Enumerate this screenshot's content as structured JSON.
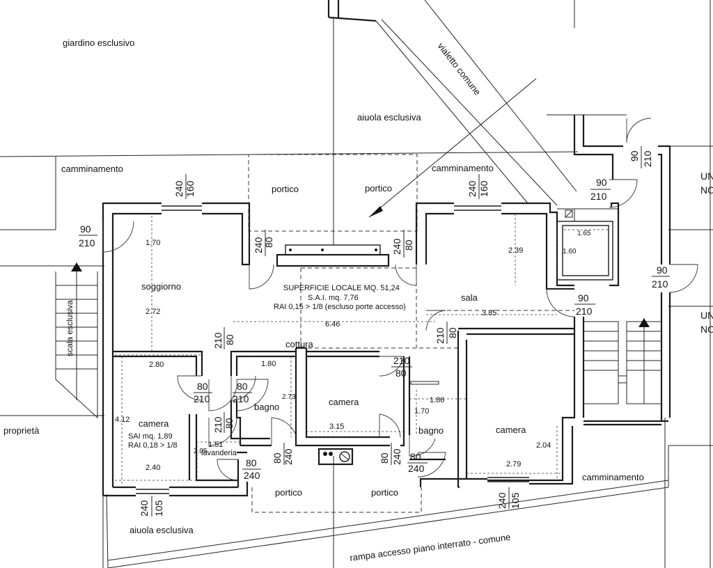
{
  "labels": {
    "giardino": "giardino esclusivo",
    "vialetto": "vialetto comune",
    "aiuola_top": "aiuola esclusiva",
    "camm_left": "camminamento",
    "camm_right": "camminamento",
    "camm_bottom": "camminamento",
    "portico_tl": "portico",
    "portico_tr": "portico",
    "portico_bl": "portico",
    "portico_br": "portico",
    "scala": "scala esclusiva",
    "soggiorno": "soggiorno",
    "sala": "sala",
    "cottura": "cottura",
    "camera_left": "camera",
    "camera_center": "camera",
    "camera_right": "camera",
    "bagno_left": "bagno",
    "bagno_right": "bagno",
    "lavanderia": "lavanderia",
    "proprieta": "proprietà",
    "aiuola_bottom": "aiuola esclusiva",
    "rampa": "rampa accesso piano interrato - comune",
    "un1": "UN",
    "no1": "NO",
    "un2": "UN",
    "no2": "NO"
  },
  "info": {
    "line1": "SUPERFICIE LOCALE MQ. 51,24",
    "line2": "S.A.I. mq. 7,76",
    "line3": "RAI 0,15 > 1/8 (escluso porte accesso)",
    "sai_left_1": "SAI mq. 1,89",
    "sai_left_2": "RAI 0,18 > 1/8"
  },
  "dims": {
    "d_170": "1.70",
    "d_272": "2.72",
    "d_280": "2.80",
    "d_412": "4.12",
    "d_240a": "2.40",
    "d_180": "1.80",
    "d_273": "2.73",
    "d_151": "1.51",
    "d_205": "2.05",
    "d_646": "6.46",
    "d_315": "3.15",
    "d_186": "1.86",
    "d_170b": "1.70",
    "d_239": "2.39",
    "d_385": "3.85",
    "d_165": "1.65",
    "d_160": "1.60",
    "d_204": "2.04",
    "d_279": "2.79"
  },
  "openings": {
    "d90_left": "90",
    "d210_left": "210",
    "w160_l": "160",
    "w240_l": "240",
    "w160_r": "160",
    "w240_r": "240",
    "p80_l": "80",
    "p240_l": "240",
    "p80_r": "80",
    "p240_r": "240",
    "d90_tr": "90",
    "d210_tr": "210",
    "d90_top": "90",
    "d210_top": "210",
    "d90_r": "90",
    "d210_r": "210",
    "d90_sala": "90",
    "d210_sala": "210",
    "d210_cott": "210",
    "d80_cott": "80",
    "d80_cm": "80",
    "d210_cm": "210",
    "d80_a": "80",
    "d210_a": "210",
    "d80_b": "80",
    "d210_b": "210",
    "d80_c": "80",
    "d210_c": "210",
    "d210_d": "210",
    "d80_d": "80",
    "d80_lav": "80",
    "d240_lav": "240",
    "d80_e": "80",
    "d240_e": "240",
    "d80_f": "80",
    "d240_f": "240",
    "d80_g": "80",
    "d240_g": "240",
    "w240_bl": "240",
    "w105_bl": "105",
    "w240_br": "240",
    "w105_br": "105"
  }
}
